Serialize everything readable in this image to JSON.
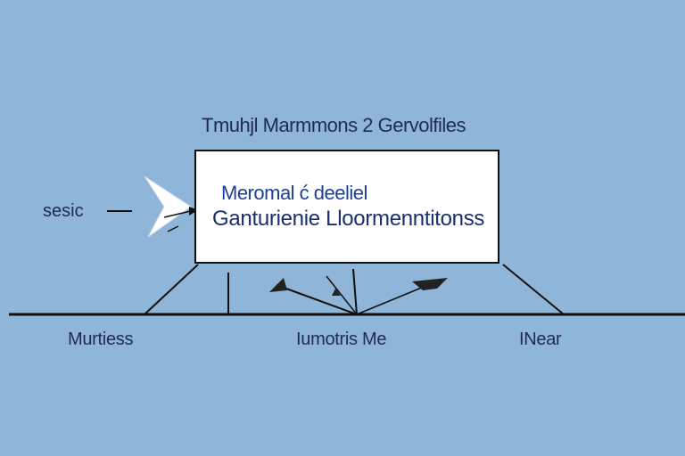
{
  "diagram": {
    "title": "Tmuhjl Marmmons 2 Gervolfiles",
    "box": {
      "line1": "Meromal ć deeliel",
      "line2": "Ganturienie Lloormenntitonss"
    },
    "side_label": "sesic",
    "bottom_labels": {
      "left": "Murtiess",
      "middle": "Iumotris Me",
      "right": "INear"
    },
    "colors": {
      "background": "#8fb5d8",
      "box_fill": "#ffffff",
      "ink": "#111111",
      "text_dark_blue": "#1f2a5a",
      "text_blue": "#1c3f9e"
    }
  }
}
